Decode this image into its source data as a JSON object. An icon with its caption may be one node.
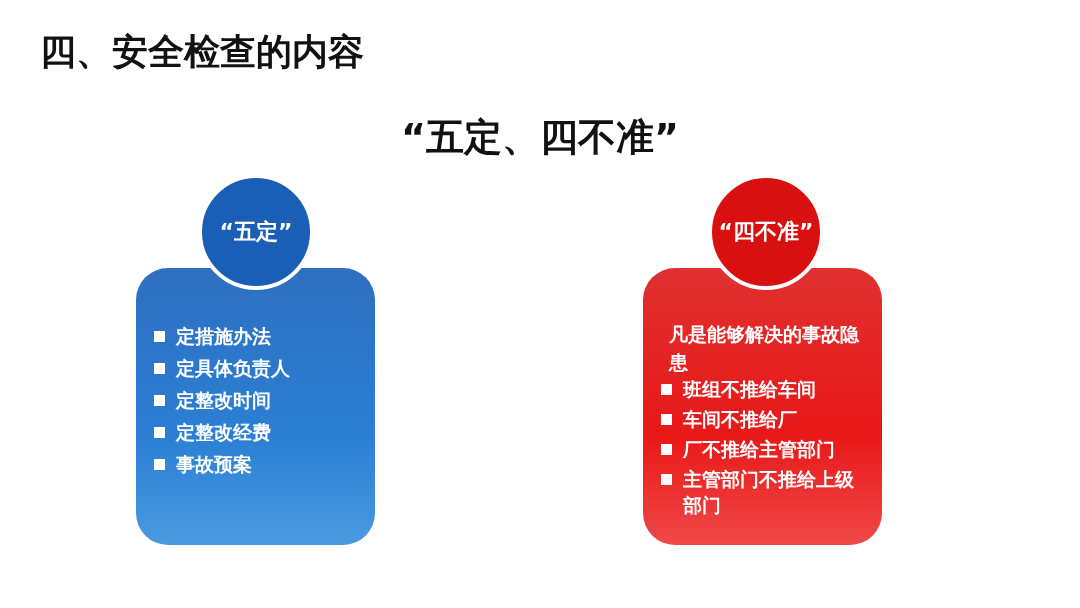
{
  "diagram": {
    "title": "四、安全检查的内容",
    "nodes": [
      {
        "text": [
          "“五定”"
        ]
      },
      {
        "text": [
          "定措施办法",
          "定具体负责人",
          "定整改时间",
          "定整改经费",
          "事故预案"
        ]
      },
      {
        "text": [
          "“四不准”"
        ]
      },
      {
        "text": [
          "凡是能够解决的事故隐患",
          "班组不推给车间",
          "车间不推给厂",
          "厂不推给主管部门",
          "主管部门不推给上级部门"
        ]
      }
    ],
    "edges": [],
    "labels": [
      "“五定、四不准”"
    ]
  }
}
